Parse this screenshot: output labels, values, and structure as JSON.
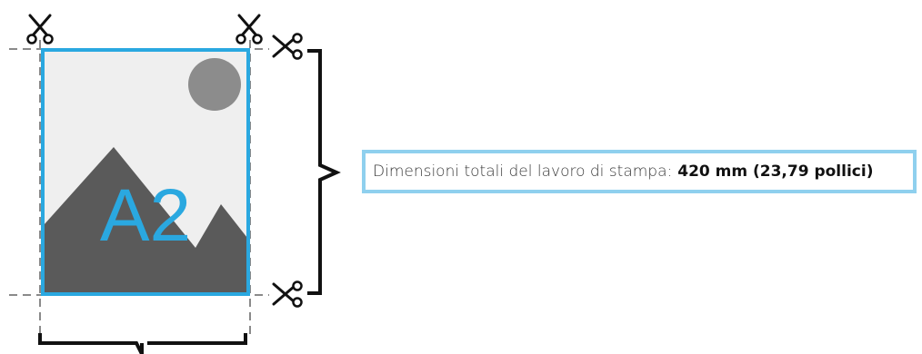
{
  "sheet": {
    "size_label": "A2"
  },
  "callout": {
    "label": "Dimensioni totali del lavoro di stampa:",
    "value": "420 mm (23,79 pollici)"
  },
  "colors": {
    "sheet_border": "#2aa8e0",
    "callout_border": "#8fd0ee",
    "image_sky": "#efefef",
    "image_mountain": "#5a5a5a",
    "image_sun": "#8c8c8c",
    "cut_line": "#8a8a8a",
    "bracket": "#111111"
  },
  "icons": {
    "cut_marks": "scissors-icon"
  }
}
